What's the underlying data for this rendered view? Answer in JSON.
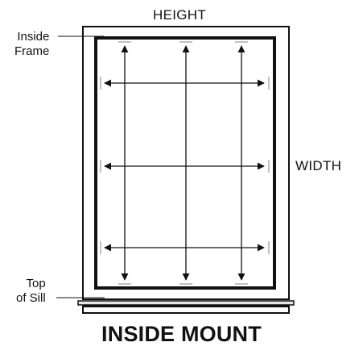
{
  "labels": {
    "height": "HEIGHT",
    "width": "WIDTH",
    "inside_frame_line1": "Inside",
    "inside_frame_line2": "Frame",
    "top_of_sill_line1": "Top",
    "top_of_sill_line2": "of Sill",
    "title": "INSIDE MOUNT"
  },
  "colors": {
    "line": "#111111",
    "tick": "#9a9a9a",
    "sill_fill": "#e6e6e6"
  }
}
